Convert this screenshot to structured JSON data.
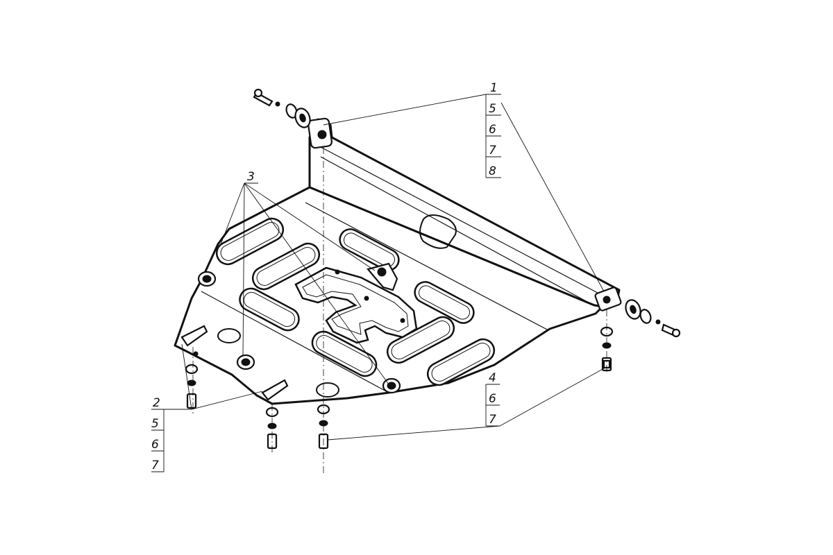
{
  "callouts": {
    "top_right": {
      "labels": [
        "1",
        "5",
        "6",
        "7",
        "8"
      ]
    },
    "top_left": {
      "labels": [
        "3"
      ]
    },
    "bottom_left": {
      "labels": [
        "2",
        "5",
        "6",
        "7"
      ]
    },
    "bottom_middle": {
      "labels": [
        "4",
        "6",
        "7"
      ]
    }
  },
  "colors": {
    "line": "#111111",
    "background": "#ffffff"
  }
}
